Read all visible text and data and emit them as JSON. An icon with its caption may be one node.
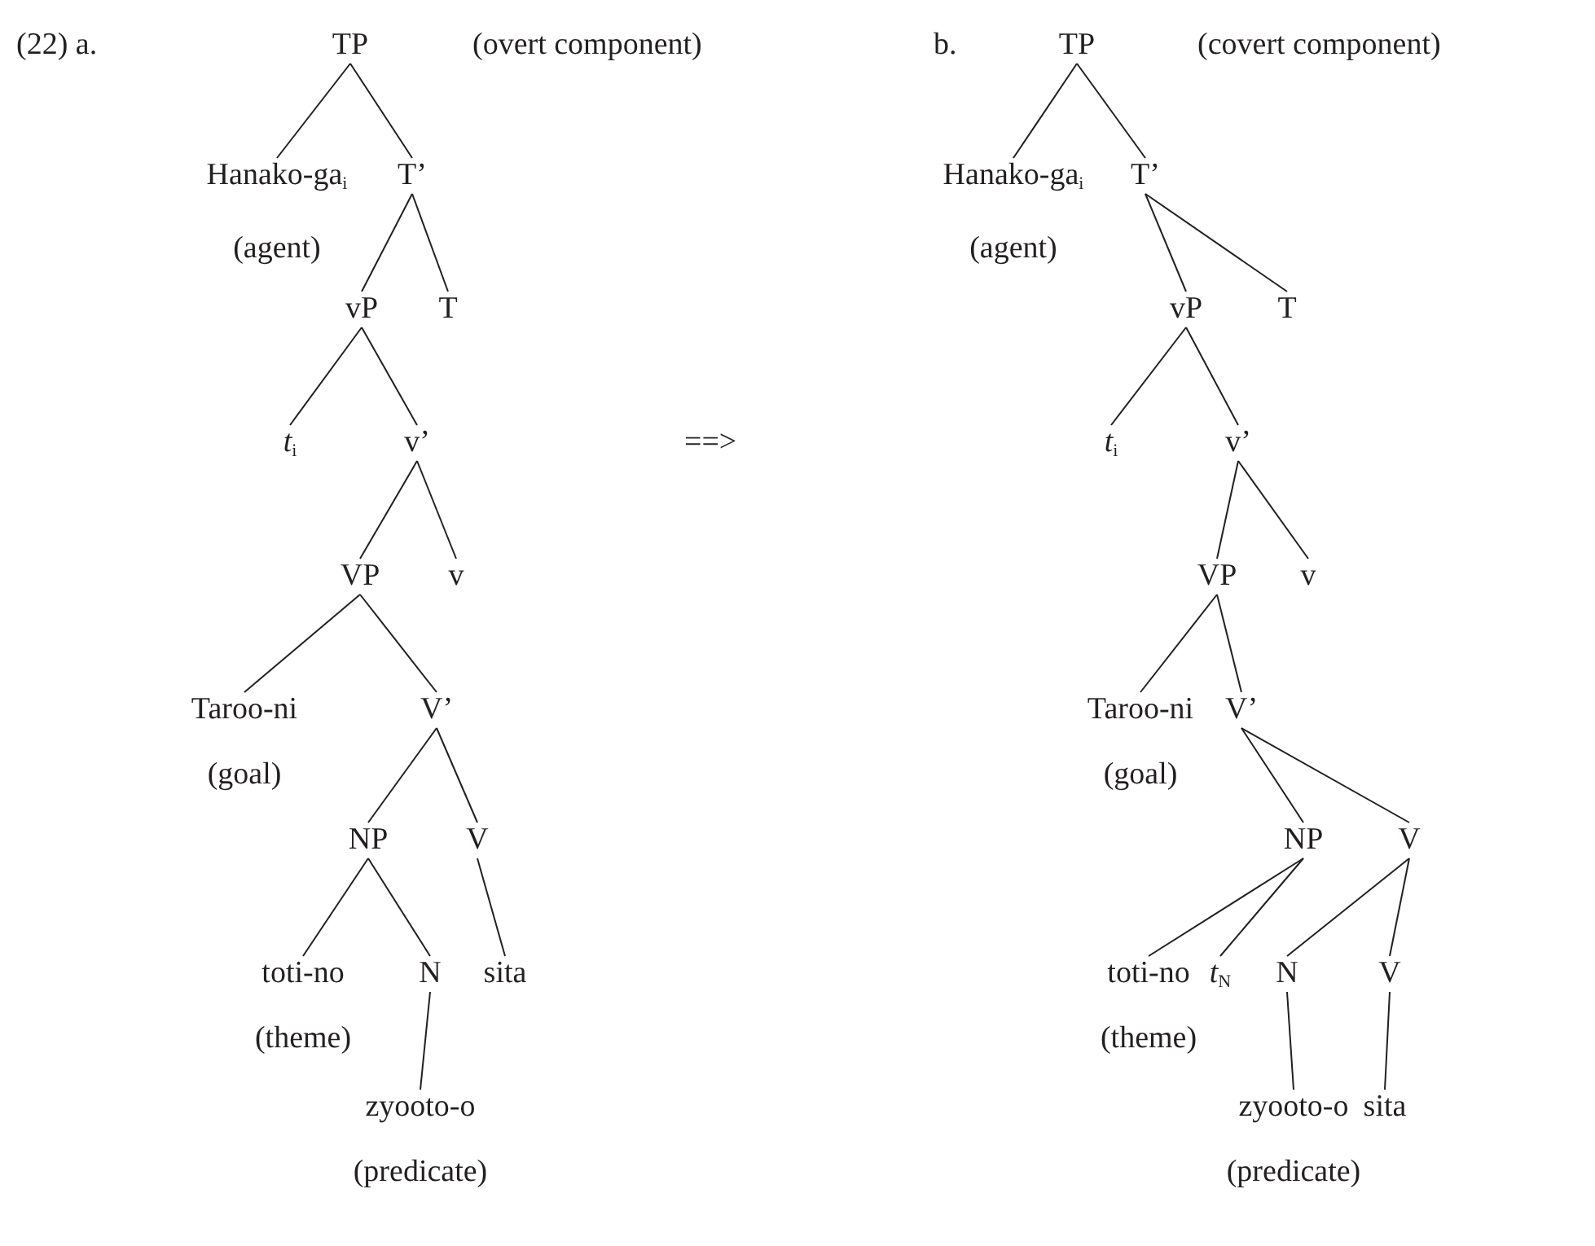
{
  "diagram": {
    "nodes": [
      {
        "text": [
          "TP"
        ],
        "beside": [
          "(overt component)"
        ]
      },
      {
        "text": [
          "Hanako-ga$_{i}$",
          "(agent)"
        ]
      },
      {
        "text": [
          "T’"
        ]
      },
      {
        "text": [
          "vP"
        ]
      },
      {
        "text": [
          "T"
        ]
      },
      {
        "text": [
          "*t*$_{i}$"
        ]
      },
      {
        "text": [
          "v’"
        ]
      },
      {
        "text": [
          "VP"
        ]
      },
      {
        "text": [
          "v"
        ]
      },
      {
        "text": [
          "Taroo-ni",
          "(goal)"
        ]
      },
      {
        "text": [
          "V’"
        ]
      },
      {
        "text": [
          "NP"
        ]
      },
      {
        "text": [
          "V"
        ]
      },
      {
        "text": [
          "toti-no",
          "(theme)"
        ]
      },
      {
        "text": [
          "N"
        ]
      },
      {
        "text": [
          "sita"
        ]
      },
      {
        "text": [
          "zyooto-o",
          "(predicate)"
        ]
      },
      {
        "text": [
          "TP"
        ],
        "beside": [
          "(covert component)"
        ]
      },
      {
        "text": [
          "Hanako-ga$_{i}$",
          "(agent)"
        ]
      },
      {
        "text": [
          "T’"
        ]
      },
      {
        "text": [
          "vP"
        ]
      },
      {
        "text": [
          "T"
        ]
      },
      {
        "text": [
          "*t*$_{i}$"
        ]
      },
      {
        "text": [
          "v’"
        ]
      },
      {
        "text": [
          "VP"
        ]
      },
      {
        "text": [
          "v"
        ]
      },
      {
        "text": [
          "Taroo-ni",
          "(goal)"
        ]
      },
      {
        "text": [
          "V’"
        ]
      },
      {
        "text": [
          "NP"
        ]
      },
      {
        "text": [
          "V"
        ]
      },
      {
        "text": [
          "toti-no",
          "(theme)"
        ]
      },
      {
        "text": [
          "*t*$_{N}$"
        ]
      },
      {
        "text": [
          "N"
        ]
      },
      {
        "text": [
          "V"
        ]
      },
      {
        "text": [
          "zyooto-o",
          "(predicate)"
        ]
      },
      {
        "text": [
          "sita"
        ]
      }
    ],
    "edges": [
      {
        "from": 0,
        "to": 1,
        "arrow": "none"
      },
      {
        "from": 0,
        "to": 2,
        "arrow": "none"
      },
      {
        "from": 2,
        "to": 3,
        "arrow": "none"
      },
      {
        "from": 2,
        "to": 4,
        "arrow": "none"
      },
      {
        "from": 3,
        "to": 5,
        "arrow": "none"
      },
      {
        "from": 3,
        "to": 6,
        "arrow": "none"
      },
      {
        "from": 6,
        "to": 7,
        "arrow": "none"
      },
      {
        "from": 6,
        "to": 8,
        "arrow": "none"
      },
      {
        "from": 7,
        "to": 9,
        "arrow": "none"
      },
      {
        "from": 7,
        "to": 10,
        "arrow": "none"
      },
      {
        "from": 10,
        "to": 11,
        "arrow": "none"
      },
      {
        "from": 10,
        "to": 12,
        "arrow": "none"
      },
      {
        "from": 11,
        "to": 13,
        "arrow": "none"
      },
      {
        "from": 11,
        "to": 14,
        "arrow": "none"
      },
      {
        "from": 12,
        "to": 15,
        "arrow": "none"
      },
      {
        "from": 14,
        "to": 16,
        "arrow": "none"
      },
      {
        "from": 17,
        "to": 18,
        "arrow": "none"
      },
      {
        "from": 17,
        "to": 19,
        "arrow": "none"
      },
      {
        "from": 19,
        "to": 20,
        "arrow": "none"
      },
      {
        "from": 19,
        "to": 21,
        "arrow": "none"
      },
      {
        "from": 20,
        "to": 22,
        "arrow": "none"
      },
      {
        "from": 20,
        "to": 23,
        "arrow": "none"
      },
      {
        "from": 23,
        "to": 24,
        "arrow": "none"
      },
      {
        "from": 23,
        "to": 25,
        "arrow": "none"
      },
      {
        "from": 24,
        "to": 26,
        "arrow": "none"
      },
      {
        "from": 24,
        "to": 27,
        "arrow": "none"
      },
      {
        "from": 27,
        "to": 28,
        "arrow": "none"
      },
      {
        "from": 27,
        "to": 29,
        "arrow": "none"
      },
      {
        "from": 28,
        "to": 30,
        "arrow": "none"
      },
      {
        "from": 28,
        "to": 31,
        "arrow": "none"
      },
      {
        "from": 29,
        "to": 32,
        "arrow": "none"
      },
      {
        "from": 29,
        "to": 33,
        "arrow": "none"
      },
      {
        "from": 32,
        "to": 34,
        "arrow": "none"
      },
      {
        "from": 33,
        "to": 35,
        "arrow": "none"
      }
    ],
    "labels": [
      "(22) a.",
      "b.",
      "==>"
    ]
  }
}
